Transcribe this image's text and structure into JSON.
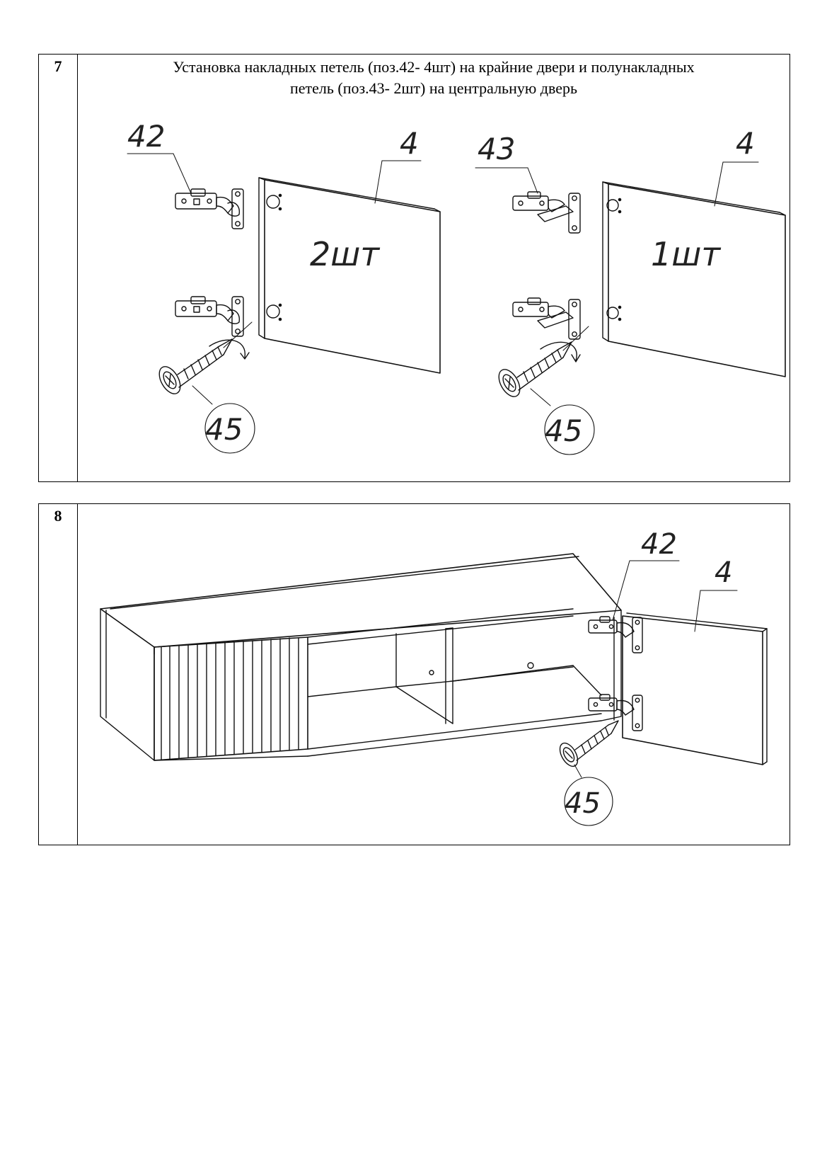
{
  "steps": [
    {
      "number": "7",
      "caption_line1": "Установка накладных петель (поз.42- 4шт) на крайние двери и полунакладных",
      "caption_line2": "петель (поз.43- 2шт) на центральную дверь",
      "left_figure": {
        "hinge_label": "42",
        "door_label": "4",
        "qty_label": "2шт",
        "screw_label": "45"
      },
      "right_figure": {
        "hinge_label": "43",
        "door_label": "4",
        "qty_label": "1шт",
        "screw_label": "45"
      }
    },
    {
      "number": "8",
      "figure": {
        "hinge_label": "42",
        "door_label": "4",
        "screw_label": "45"
      }
    }
  ]
}
